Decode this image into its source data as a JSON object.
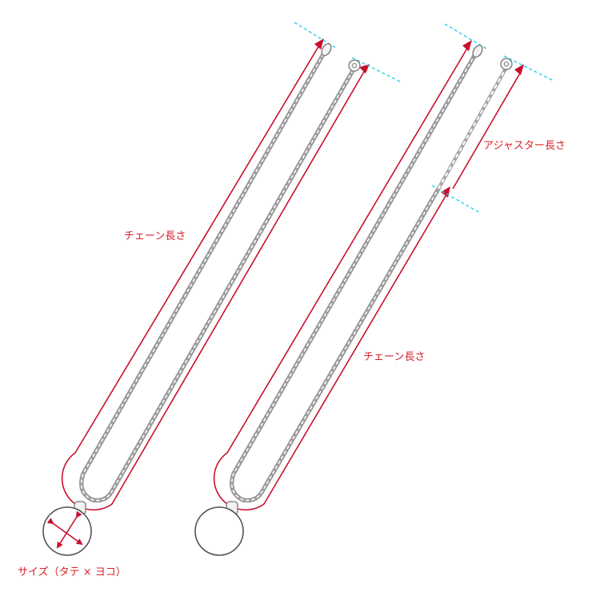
{
  "labels": {
    "chain_length_left": "チェーン長さ",
    "size": "サイズ（タテ × ヨコ）",
    "adjuster_length": "アジャスター長さ",
    "chain_length_right": "チェーン長さ"
  },
  "colors": {
    "measure_line": "#c8102e",
    "label_text": "#d8202a",
    "guide_line": "#22d3e6",
    "chain": "#9a9a9a",
    "pendant_outline": "#555555"
  }
}
